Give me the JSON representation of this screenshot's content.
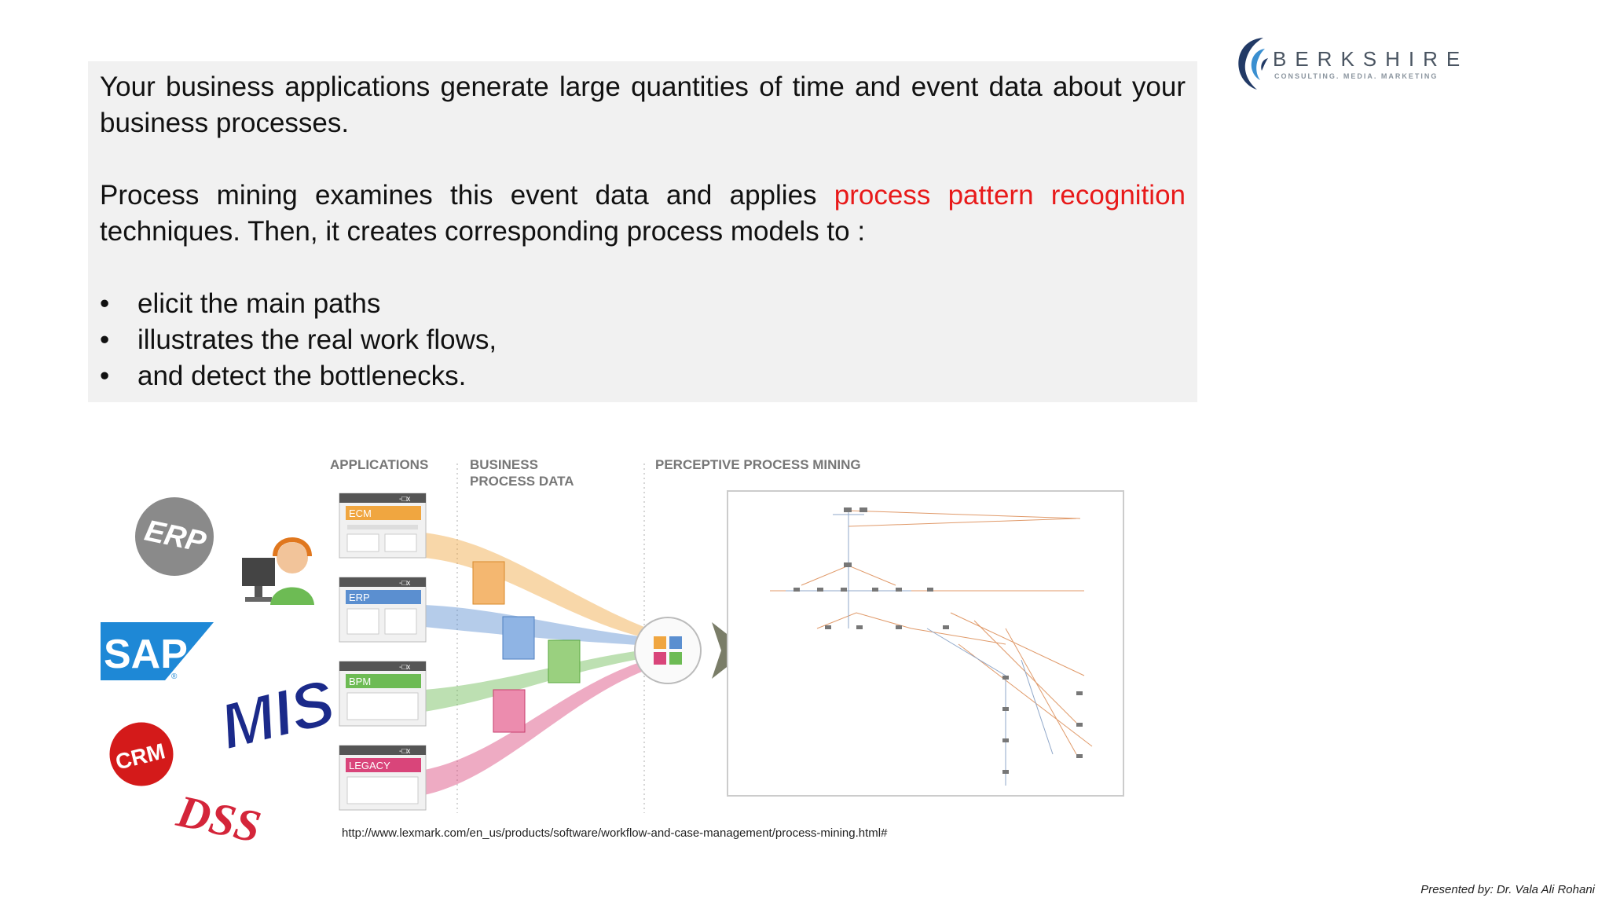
{
  "paragraph1": "Your business applications generate large quantities of time and event data about your business processes.",
  "paragraph2": {
    "before": "Process mining examines this event data and applies ",
    "highlight": "process pattern recognition",
    "after": " techniques. Then, it creates corresponding process models to :"
  },
  "bullet_symbol": "•",
  "bullets": [
    "elicit the main paths",
    "illustrates the real work flows,",
    "and detect the bottlenecks."
  ],
  "logo": {
    "name": "BERKSHIRE",
    "tagline": "CONSULTING. MEDIA. MARKETING"
  },
  "diagram": {
    "headers": {
      "applications": "APPLICATIONS",
      "business_data_line1": "BUSINESS",
      "business_data_line2": "PROCESS DATA",
      "mining": "PERCEPTIVE PROCESS MINING"
    },
    "app_windows": [
      "ECM",
      "ERP",
      "BPM",
      "LEGACY"
    ],
    "system_logos": [
      "ERP",
      "SAP",
      "MIS",
      "CRM",
      "DSS"
    ],
    "window_controls": "-□x",
    "registered_mark": "®"
  },
  "source_url": "http://www.lexmark.com/en_us/products/software/workflow-and-case-management/process-mining.html#",
  "presenter": "Presented by: Dr. Vala Ali Rohani",
  "colors": {
    "highlight": "#e81a1a",
    "ecm": "#f0a640",
    "erp": "#5b8fd0",
    "bpm": "#6dbb54",
    "legacy": "#d9457a",
    "arrow": "#7a7d68"
  }
}
